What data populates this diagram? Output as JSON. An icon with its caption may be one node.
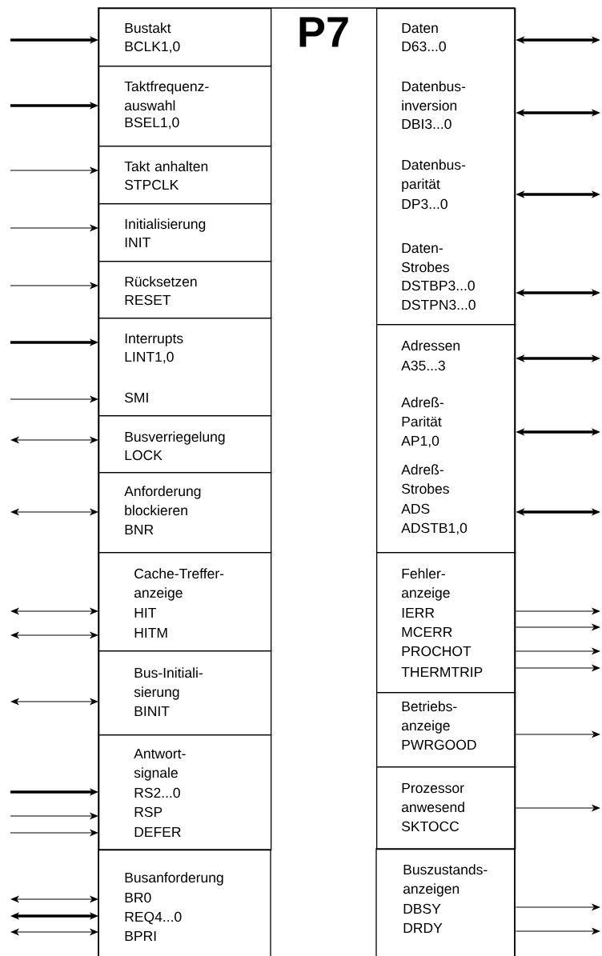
{
  "diagram": {
    "nodes": [
      {
        "text": [
          "P7"
        ]
      },
      {
        "text": [
          "Bustakt",
          "BCLK1,0"
        ],
        "in": 0
      },
      {
        "text": [
          "Taktfrequenz- auswahl",
          "BSEL1,0"
        ],
        "in": 0
      },
      {
        "text": [
          "Takt anhalten",
          "STPCLK"
        ],
        "in": 0
      },
      {
        "text": [
          "Initialisierung",
          "INIT"
        ],
        "in": 0
      },
      {
        "text": [
          "Rücksetzen",
          "RESET"
        ],
        "in": 0
      },
      {
        "text": [
          "Interrupts",
          "LINT1,0",
          "SMI"
        ],
        "in": 0
      },
      {
        "text": [
          "Busverriegelung",
          "LOCK"
        ],
        "in": 0
      },
      {
        "text": [
          "Anforderung blockieren",
          "BNR"
        ],
        "in": 0
      },
      {
        "text": [
          "Cache-Treffer- anzeige",
          "HIT",
          "HITM"
        ],
        "in": 0
      },
      {
        "text": [
          "Bus-Initiali- sierung",
          "BINIT"
        ],
        "in": 0
      },
      {
        "text": [
          "Antwort- signale",
          "RS2...0",
          "RSP",
          "DEFER"
        ],
        "in": 0
      },
      {
        "text": [
          "Busanforderung",
          "BR0",
          "REQ4...0",
          "BPRI"
        ],
        "in": 0
      },
      {
        "text": [
          "Daten",
          "D63...0",
          "Datenbus- inversion",
          "DBI3...0",
          "Datenbus- parität",
          "DP3...0",
          "Daten- Strobes",
          "DSTBP3...0",
          "DSTPN3...0"
        ],
        "in": 0
      },
      {
        "text": [
          "Adressen",
          "A35...3",
          "Adreß- Parität",
          "AP1,0",
          "Adreß- Strobes",
          "ADS",
          "ADSTB1,0"
        ],
        "in": 0
      },
      {
        "text": [
          "Fehler- anzeige",
          "IERR",
          "MCERR",
          "PROCHOT",
          "THERMTRIP"
        ],
        "in": 0
      },
      {
        "text": [
          "Betriebs- anzeige",
          "PWRGOOD"
        ],
        "in": 0
      },
      {
        "text": [
          "Prozessor anwesend",
          "SKTOCC"
        ],
        "in": 0
      },
      {
        "text": [
          "Buszustands- anzeigen",
          "DBSY",
          "DRDY"
        ],
        "in": 0
      }
    ],
    "edges": [
      {
        "from": null,
        "to": 1,
        "arrow": "to",
        "style": "thick"
      },
      {
        "from": null,
        "to": 2,
        "arrow": "to",
        "style": "thick"
      },
      {
        "from": null,
        "to": 3,
        "arrow": "to"
      },
      {
        "from": null,
        "to": 4,
        "arrow": "to"
      },
      {
        "from": null,
        "to": 5,
        "arrow": "to"
      },
      {
        "from": null,
        "to": 6,
        "arrow": "to",
        "style": "thick"
      },
      {
        "from": null,
        "to": 6,
        "arrow": "to"
      },
      {
        "from": null,
        "to": 7,
        "arrow": "both"
      },
      {
        "from": null,
        "to": 8,
        "arrow": "both"
      },
      {
        "from": null,
        "to": 9,
        "arrow": "both"
      },
      {
        "from": null,
        "to": 9,
        "arrow": "both"
      },
      {
        "from": null,
        "to": 10,
        "arrow": "both"
      },
      {
        "from": null,
        "to": 11,
        "arrow": "to",
        "style": "thick"
      },
      {
        "from": null,
        "to": 11,
        "arrow": "to"
      },
      {
        "from": null,
        "to": 11,
        "arrow": "to"
      },
      {
        "from": null,
        "to": 12,
        "arrow": "both"
      },
      {
        "from": null,
        "to": 12,
        "arrow": "both",
        "style": "thick"
      },
      {
        "from": null,
        "to": 12,
        "arrow": "both"
      },
      {
        "from": null,
        "to": 13,
        "arrow": "both",
        "style": "thick"
      },
      {
        "from": null,
        "to": 13,
        "arrow": "both",
        "style": "thick"
      },
      {
        "from": null,
        "to": 13,
        "arrow": "both",
        "style": "thick"
      },
      {
        "from": null,
        "to": 13,
        "arrow": "both",
        "style": "thick"
      },
      {
        "from": null,
        "to": 14,
        "arrow": "both",
        "style": "thick"
      },
      {
        "from": null,
        "to": 14,
        "arrow": "both",
        "style": "thick"
      },
      {
        "from": null,
        "to": 14,
        "arrow": "both",
        "style": "thick"
      },
      {
        "from": 15,
        "to": null,
        "arrow": "to"
      },
      {
        "from": 15,
        "to": null,
        "arrow": "to"
      },
      {
        "from": 15,
        "to": null,
        "arrow": "to"
      },
      {
        "from": 15,
        "to": null,
        "arrow": "to"
      },
      {
        "from": 16,
        "to": null,
        "arrow": "to"
      },
      {
        "from": 17,
        "to": null,
        "arrow": "to"
      },
      {
        "from": 18,
        "to": null,
        "arrow": "to"
      },
      {
        "from": 18,
        "to": null,
        "arrow": "to"
      }
    ]
  }
}
